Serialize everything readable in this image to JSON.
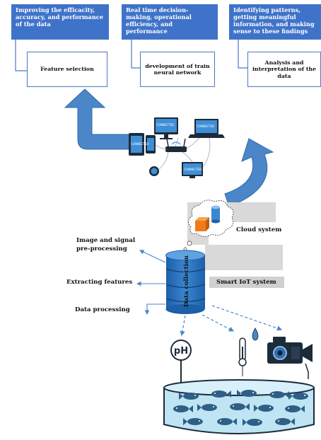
{
  "top_boxes": [
    {
      "goal": "Improving the efficacity, accuracy, and performance of the data",
      "step": "Feature selection"
    },
    {
      "goal": "Real time decision-making, operational efficiency, and performance",
      "step": "development of train neural network"
    },
    {
      "goal": "Identifying patterns, getting meaningful information, and making sense to these findings",
      "step": "Analysis and interpretation of the data"
    }
  ],
  "cloud_label": "Cloud system",
  "iot_label": "Smart IoT system",
  "cylinder_label": "Data collection",
  "processing_steps": [
    "Image and signal pre-processing",
    "Extracting features",
    "Data processing"
  ],
  "ph_label": "pH",
  "device_screen_text": [
    "CONNECTED",
    "CONNECTED",
    "CONNECTED",
    "CONNECTED"
  ],
  "colors": {
    "box_blue": "#3f73c9",
    "arrow_blue": "#4a86c8",
    "gray_band": "#d9d9d9",
    "tank_water": "#bfe4f3",
    "fish": "#2f5f86"
  }
}
